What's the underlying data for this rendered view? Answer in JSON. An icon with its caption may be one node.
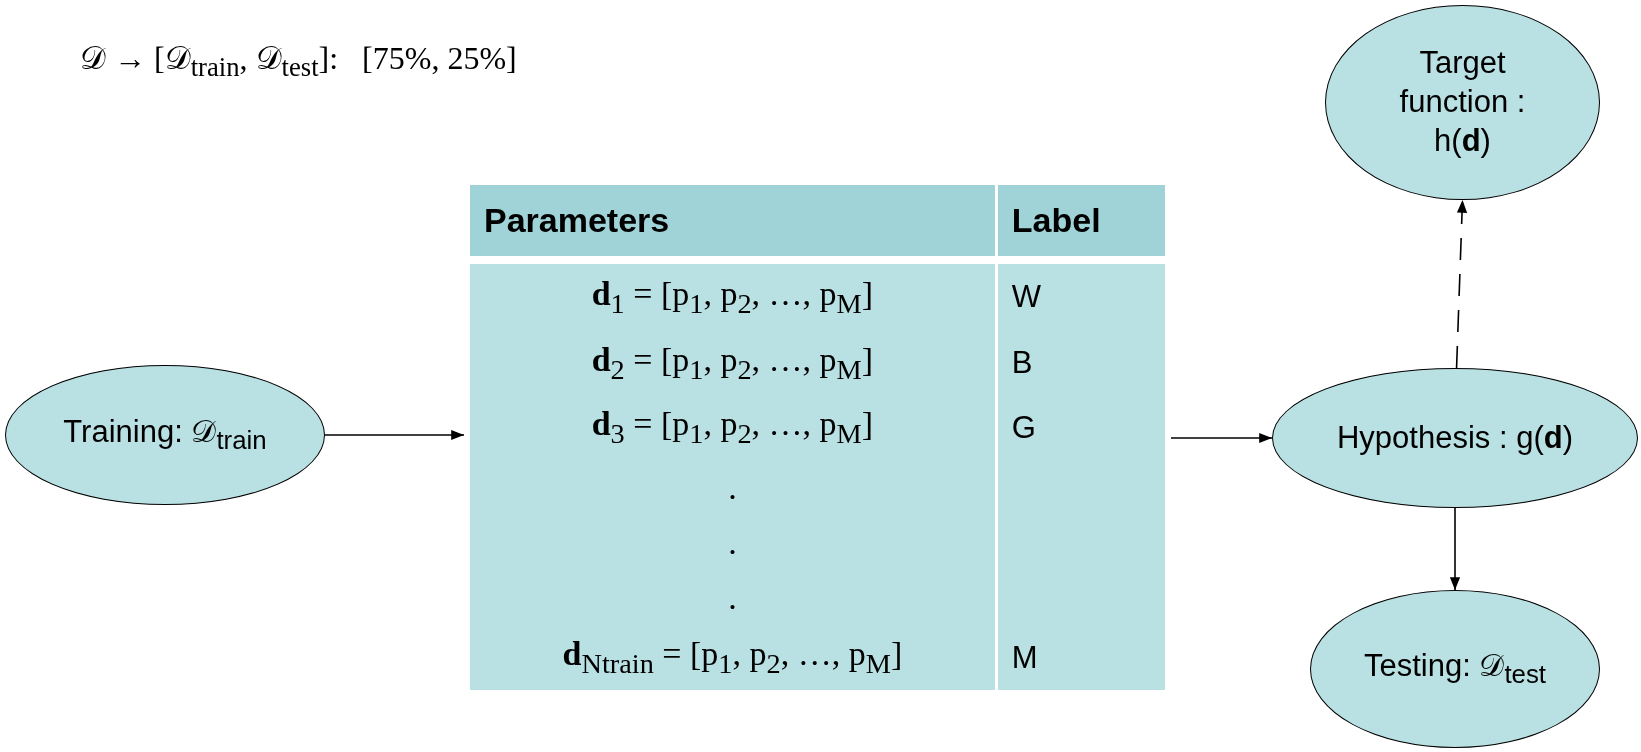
{
  "diagram": {
    "title": "𝒟 → [𝒟$_{train}$, 𝒟$_{test}$]:   [75%, 25%]",
    "nodes": [
      {
        "text": [
          "Training: 𝒟$_{train}$"
        ]
      },
      {
        "text": [
          "Parameters",
          "Label",
          "**d**$_{1}$ = [p$_{1}$, p$_{2}$, …, p$_{M}$]",
          "W",
          "**d**$_{2}$ = [p$_{1}$, p$_{2}$, …, p$_{M}$]",
          "B",
          "**d**$_{3}$ = [p$_{1}$, p$_{2}$, …, p$_{M}$]",
          "G",
          ".",
          ".",
          ".",
          "**d**$_{Ntrain}$ = [p$_{1}$, p$_{2}$, …, p$_{M}$]",
          "M"
        ]
      },
      {
        "text": [
          "Hypothesis : g(**d**)"
        ]
      },
      {
        "text": [
          "Target function : h(**d**)"
        ]
      },
      {
        "text": [
          "Testing: 𝒟$_{test}$"
        ]
      }
    ],
    "edges": [
      {
        "from": 0,
        "to": 1,
        "arrow": "to"
      },
      {
        "from": 1,
        "to": 2,
        "arrow": "to"
      },
      {
        "from": 2,
        "to": 3,
        "arrow": "to",
        "style": "dashed"
      },
      {
        "from": 2,
        "to": 4,
        "arrow": "to"
      }
    ]
  }
}
